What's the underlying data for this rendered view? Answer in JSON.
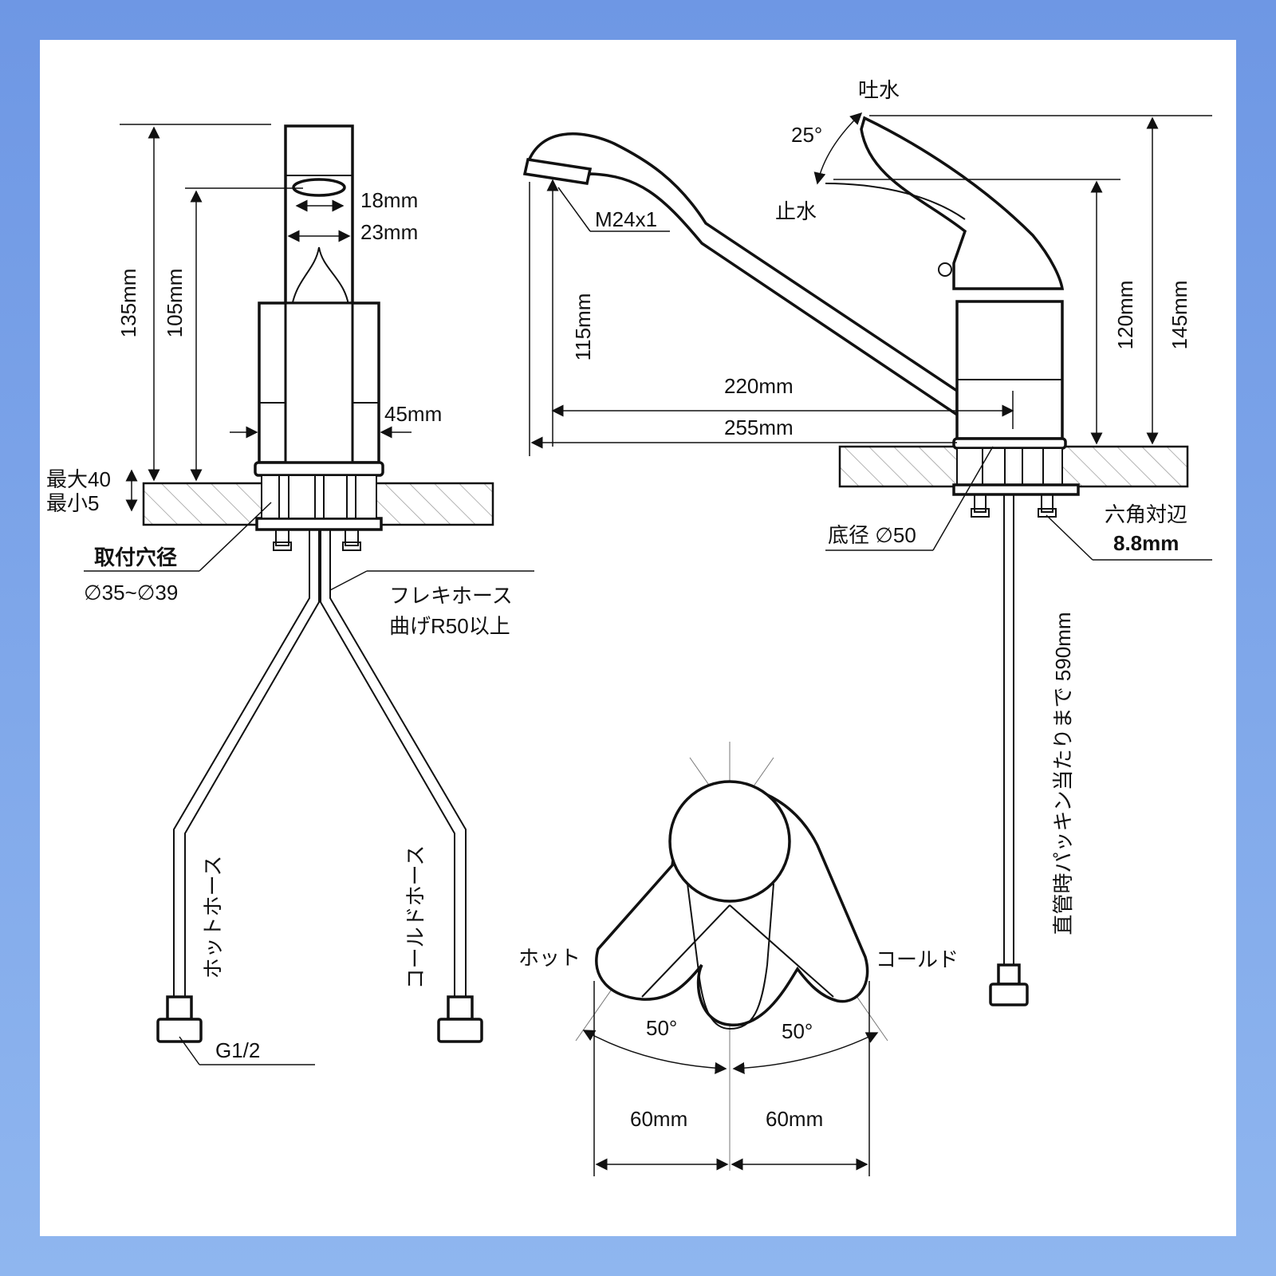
{
  "front_view": {
    "height_total": "135mm",
    "height_spout": "105mm",
    "aerator_inner": "18mm",
    "aerator_outer": "23mm",
    "body_width": "45mm",
    "counter_max": "最大40",
    "counter_min": "最小5",
    "mount_hole_label": "取付穴径",
    "mount_hole_value": "∅35~∅39",
    "flex_hose_line1": "フレキホース",
    "flex_hose_line2": "曲げR50以上",
    "hot_hose": "ホットホース",
    "cold_hose": "コールドホース",
    "thread": "G1/2"
  },
  "side_view": {
    "outlet": "吐水",
    "stop": "止水",
    "lever_angle": "25°",
    "spout_thread": "M24x1",
    "spout_height": "115mm",
    "lever_height": "120mm",
    "total_height": "145mm",
    "reach_inner": "220mm",
    "reach_outer": "255mm",
    "base_diameter": "底径 ∅50",
    "hex_label": "六角対辺",
    "hex_value": "8.8mm",
    "hose_length": "直管時パッキン当たりまで 590mm"
  },
  "top_view": {
    "hot": "ホット",
    "cold": "コールド",
    "angle_left": "50°",
    "angle_right": "50°",
    "width_left": "60mm",
    "width_right": "60mm"
  }
}
